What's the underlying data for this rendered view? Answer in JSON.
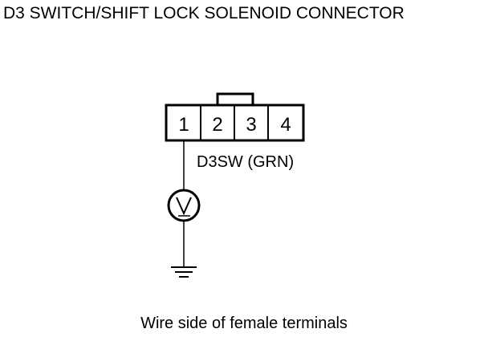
{
  "title": "D3 SWITCH/SHIFT LOCK SOLENOID CONNECTOR",
  "connector": {
    "terminals": [
      "1",
      "2",
      "3",
      "4"
    ]
  },
  "wire_label": "D3SW (GRN)",
  "meter_symbol": "V",
  "caption": "Wire side of female terminals"
}
